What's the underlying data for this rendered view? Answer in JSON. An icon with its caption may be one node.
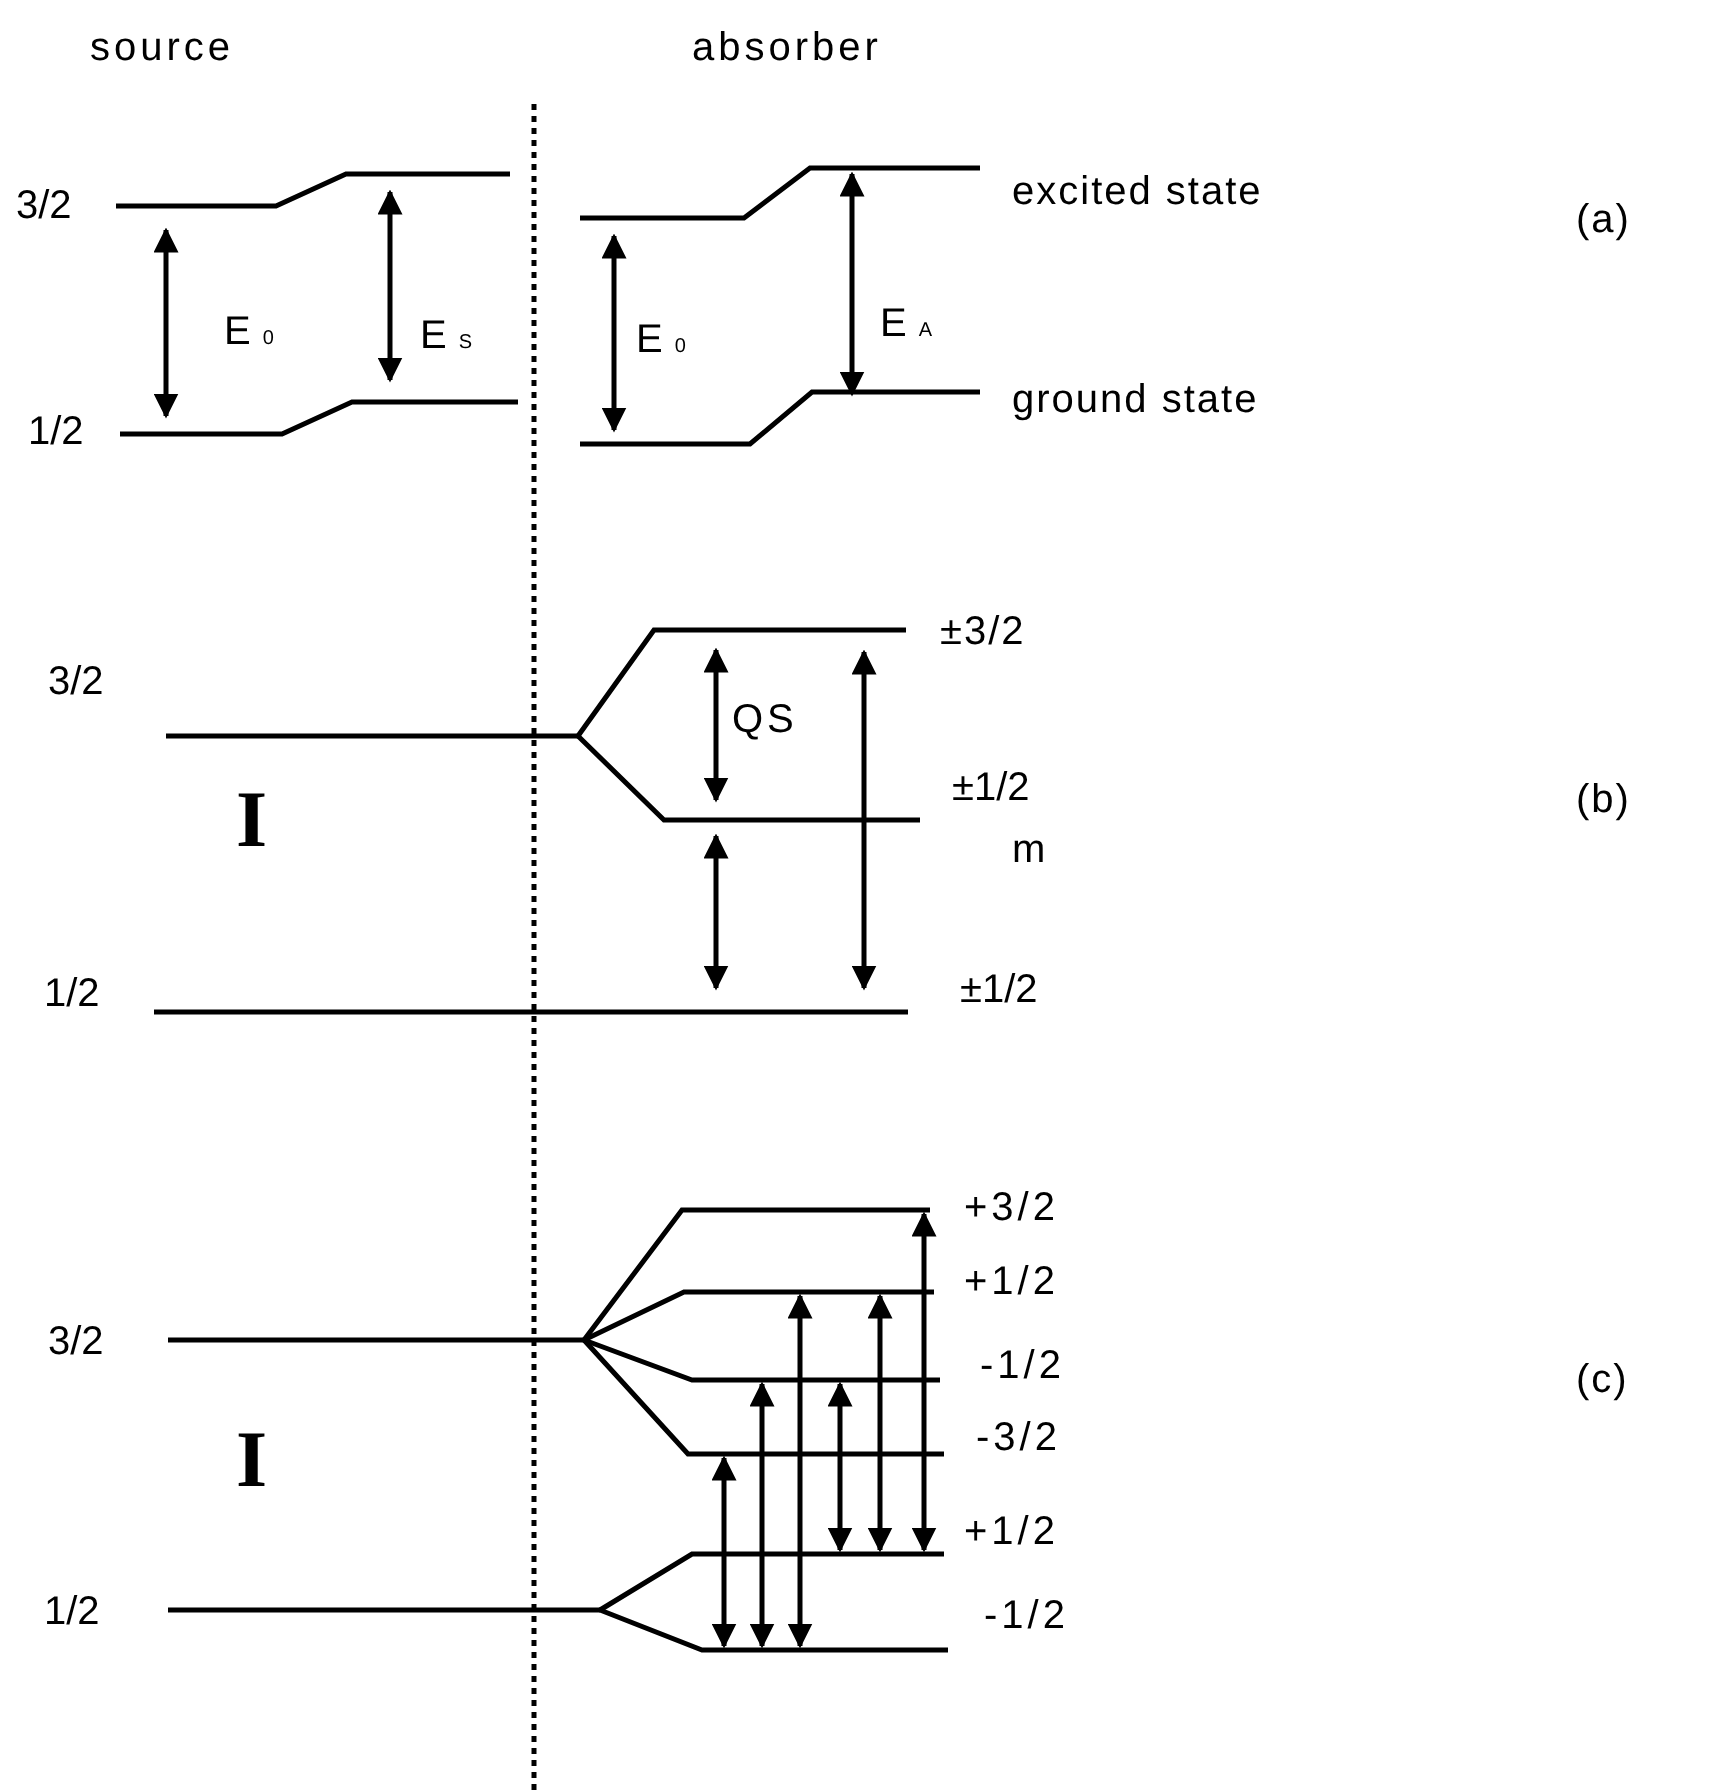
{
  "diagram": {
    "labels": [
      "source",
      "absorber",
      "3/2",
      "E$_{0}$",
      "E$_{S}$",
      "E$_{0}$",
      "E$_{A}$",
      "excited state",
      "(a)",
      "1/2",
      "ground state",
      "±3/2",
      "3/2",
      "QS",
      "±1/2",
      "(b)",
      "I",
      "m",
      "1/2",
      "±1/2",
      "+3/2",
      "+1/2",
      "3/2",
      "-1/2",
      "-3/2",
      "(c)",
      "I",
      "+1/2",
      "1/2",
      "-1/2"
    ]
  }
}
